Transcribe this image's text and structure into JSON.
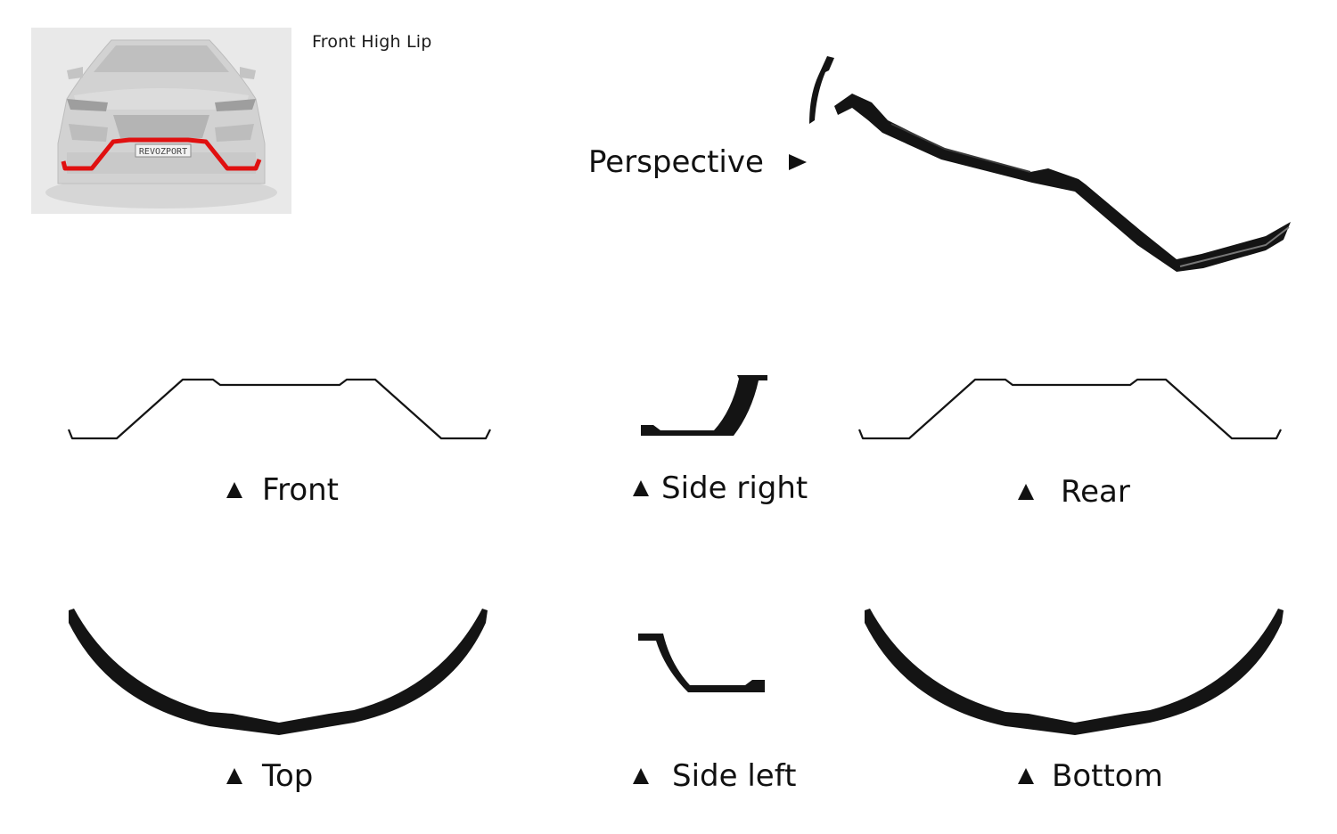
{
  "product": {
    "title": "Front High Lip",
    "thumbnail_plate": "REVOZPORT",
    "highlight_color": "#e01010"
  },
  "views": {
    "perspective": "Perspective",
    "front": "Front",
    "side_right": "Side right",
    "rear": "Rear",
    "top": "Top",
    "side_left": "Side left",
    "bottom": "Bottom"
  },
  "colors": {
    "part": "#141414",
    "background": "#ffffff",
    "thumbnail_bg": "#e8e8e8"
  }
}
